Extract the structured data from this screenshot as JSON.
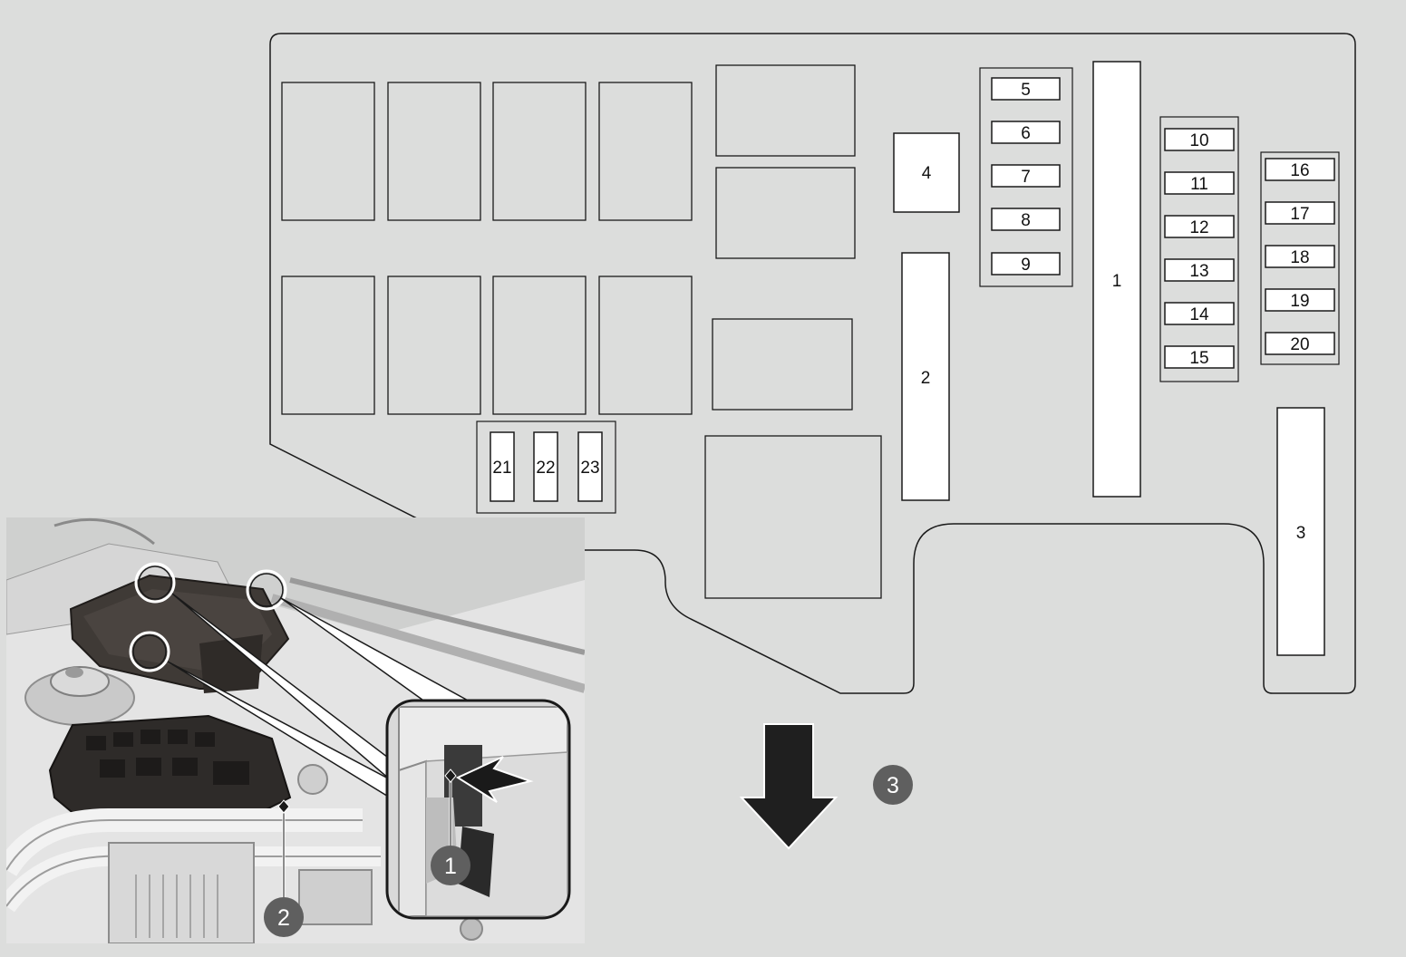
{
  "diagram": {
    "fuse_labels": {
      "f1": "1",
      "f2": "2",
      "f3": "3",
      "f4": "4",
      "f5": "5",
      "f6": "6",
      "f7": "7",
      "f8": "8",
      "f9": "9",
      "f10": "10",
      "f11": "11",
      "f12": "12",
      "f13": "13",
      "f14": "14",
      "f15": "15",
      "f16": "16",
      "f17": "17",
      "f18": "18",
      "f19": "19",
      "f20": "20",
      "f21": "21",
      "f22": "22",
      "f23": "23"
    },
    "callouts": {
      "c1": "1",
      "c2": "2",
      "c3": "3"
    },
    "colors": {
      "background": "#dcdddc",
      "panel_fill": "#dcdddc",
      "outline": "#1a1a1a",
      "fuse_fill": "#ffffff",
      "callout_badge": "#5f5f5f",
      "arrow": "#1f1f1f"
    }
  }
}
